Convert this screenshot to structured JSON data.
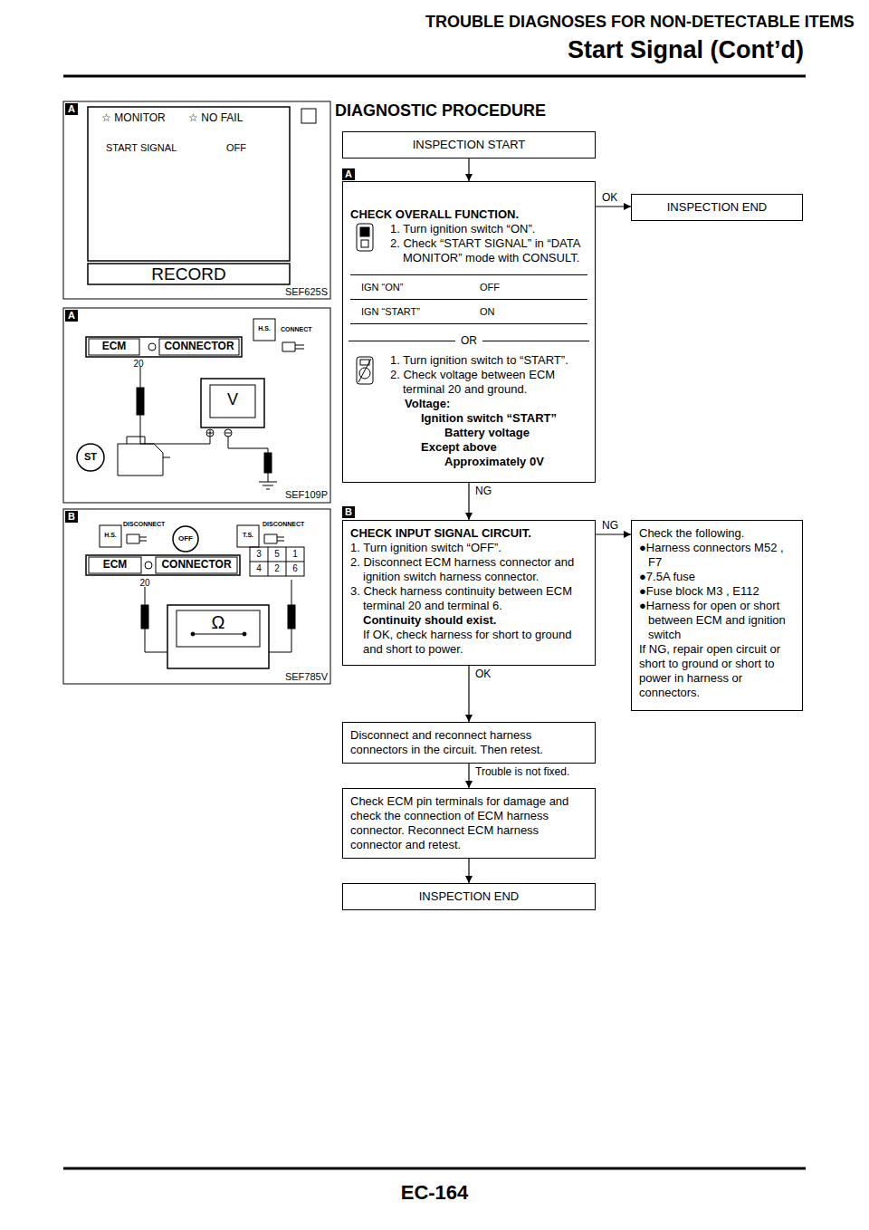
{
  "diagram": {
    "title": "DIAGNOSTIC PROCEDURE",
    "nodes": [
      {
        "text": [
          "INSPECTION START"
        ]
      },
      {
        "text": [
          "CHECK OVERALL FUNCTION.",
          "1. Turn ignition switch “ON”.",
          "2. Check “START SIGNAL” in “DATA MONITOR” mode with CONSULT.",
          "IGN “ON”",
          "OFF",
          "IGN “START”",
          "ON",
          "OR",
          "1. Turn ignition switch to “START”.",
          "2. Check voltage between ECM terminal 20 and ground.",
          "Voltage:",
          "Ignition switch “START”",
          "Battery voltage",
          "Except above",
          "Approximately 0V"
        ]
      },
      {
        "text": [
          "INSPECTION END"
        ]
      },
      {
        "text": [
          "CHECK INPUT SIGNAL CIRCUIT.",
          "1. Turn ignition switch “OFF”.",
          "2. Disconnect ECM harness connector and ignition switch harness connector.",
          "3. Check harness continuity between ECM terminal 20 and terminal 6.",
          "Continuity should exist.",
          "If OK, check harness for short to ground and short to power."
        ]
      },
      {
        "text": [
          "Check the following.",
          "●Harness connectors M52 , F7",
          "●7.5A fuse",
          "●Fuse block M3 , E112",
          "●Harness for open or short between ECM and ignition switch",
          "If NG, repair open circuit or short to ground or short to power in harness or connectors."
        ]
      },
      {
        "text": [
          "Disconnect and reconnect harness connectors in the circuit. Then retest."
        ]
      },
      {
        "text": [
          "Check ECM pin terminals for damage and check the connection of ECM harness connector. Reconnect ECM harness connector and retest."
        ]
      },
      {
        "text": [
          "INSPECTION END"
        ]
      }
    ],
    "edges": [
      {
        "from": 0,
        "to": 1,
        "arrow": "to"
      },
      {
        "from": 1,
        "to": 2,
        "arrow": "to",
        "label": "OK"
      },
      {
        "from": 1,
        "to": 3,
        "arrow": "to",
        "label": "NG"
      },
      {
        "from": 3,
        "to": 4,
        "arrow": "to",
        "label": "NG"
      },
      {
        "from": 3,
        "to": 5,
        "arrow": "to",
        "label": "OK"
      },
      {
        "from": 5,
        "to": 6,
        "arrow": "to",
        "label": "Trouble is not fixed."
      },
      {
        "from": 6,
        "to": 7,
        "arrow": "to"
      }
    ],
    "labels": [
      "TROUBLE DIAGNOSES FOR NON-DETECTABLE ITEMS",
      "Start Signal (Cont’d)",
      "EC-164",
      "A",
      "☆ MONITOR",
      "☆ NO FAIL",
      "START SIGNAL",
      "OFF",
      "RECORD",
      "SEF625S",
      "A",
      "ECM",
      "CONNECTOR",
      "H.S.",
      "CONNECT",
      "20",
      "V",
      "ST",
      "SEF109P",
      "B",
      "H.S.",
      "DISCONNECT",
      "OFF",
      "T.S.",
      "DISCONNECT",
      "ECM",
      "CONNECTOR",
      "20",
      "3",
      "5",
      "1",
      "4",
      "2",
      "6",
      "Ω",
      "SEF785V",
      "A",
      "B"
    ]
  }
}
